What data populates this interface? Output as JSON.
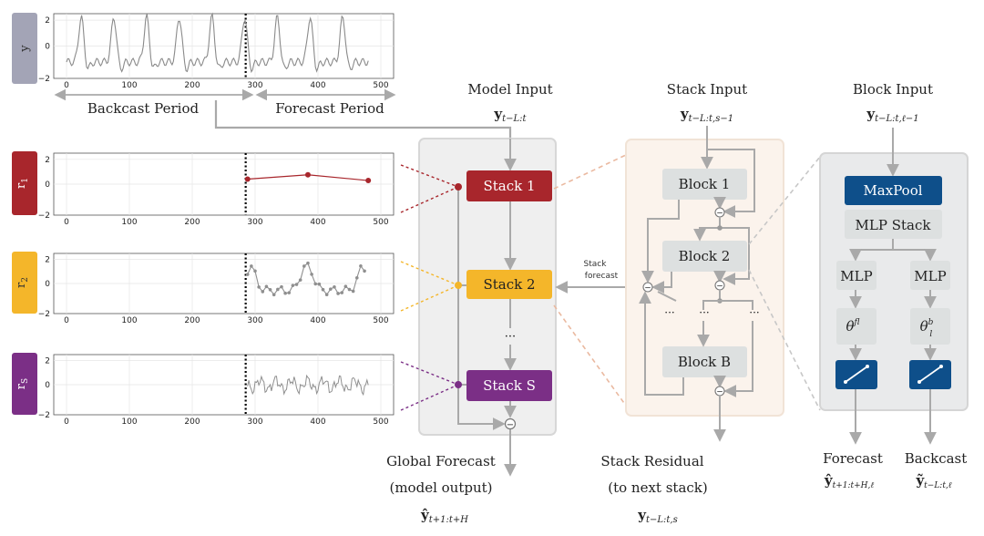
{
  "colors": {
    "stack1": "#a8262c",
    "stack2": "#f4b62a",
    "stackS": "#7b2f86",
    "ytag": "#a3a4b6",
    "blue": "#0e4f8a",
    "block_gray": "#dde0e0",
    "arrow": "#a9a9a9"
  },
  "panels": {
    "y": {
      "tag": "y",
      "xticks": [
        "0",
        "100",
        "200",
        "300",
        "400",
        "500"
      ],
      "yticks": [
        "2",
        "0",
        "−2"
      ]
    },
    "r1": {
      "tag": "r",
      "tag_sub": "1",
      "xticks": [
        "0",
        "100",
        "200",
        "300",
        "400",
        "500"
      ],
      "yticks": [
        "2",
        "0",
        "−2"
      ]
    },
    "r2": {
      "tag": "r",
      "tag_sub": "2",
      "xticks": [
        "0",
        "100",
        "200",
        "300",
        "400",
        "500"
      ],
      "yticks": [
        "2",
        "0",
        "−2"
      ]
    },
    "rS": {
      "tag": "r",
      "tag_sub": "S",
      "xticks": [
        "0",
        "100",
        "200",
        "300",
        "400",
        "500"
      ],
      "yticks": [
        "2",
        "0",
        "−2"
      ]
    }
  },
  "periods": {
    "backcast": "Backcast Period",
    "forecast": "Forecast Period"
  },
  "model": {
    "title": "Model Input",
    "input_var": "y",
    "input_sub": "t−L:t",
    "stacks": [
      "Stack 1",
      "Stack 2",
      "Stack S"
    ],
    "dots": "···",
    "minus": "−",
    "stack_forecast_line1": "Stack",
    "stack_forecast_line2": "forecast",
    "output_line1": "Global Forecast",
    "output_line2": "(model output)",
    "output_var": "ŷ",
    "output_sub": "t+1:t+H"
  },
  "stack": {
    "title": "Stack Input",
    "input_var": "y",
    "input_sub": "t−L:t,s−1",
    "blocks": [
      "Block 1",
      "Block 2",
      "Block B"
    ],
    "dots": "···",
    "residual_line1": "Stack Residual",
    "residual_line2": "(to next stack)",
    "residual_var": "y",
    "residual_sub": "t−L:t,s"
  },
  "block": {
    "title": "Block Input",
    "input_var": "y",
    "input_sub": "t−L:t,ℓ−1",
    "maxpool": "MaxPool",
    "mlp_stack": "MLP Stack",
    "mlp_left": "MLP",
    "mlp_right": "MLP",
    "theta": "θ",
    "theta_f_sup": "f",
    "theta_b_sup": "b",
    "theta_sub": "l",
    "forecast": "Forecast",
    "forecast_var": "ŷ",
    "forecast_sub": "t+1:t+H,ℓ",
    "backcast": "Backcast",
    "backcast_var": "ỹ",
    "backcast_sub": "t−L:t,ℓ"
  }
}
